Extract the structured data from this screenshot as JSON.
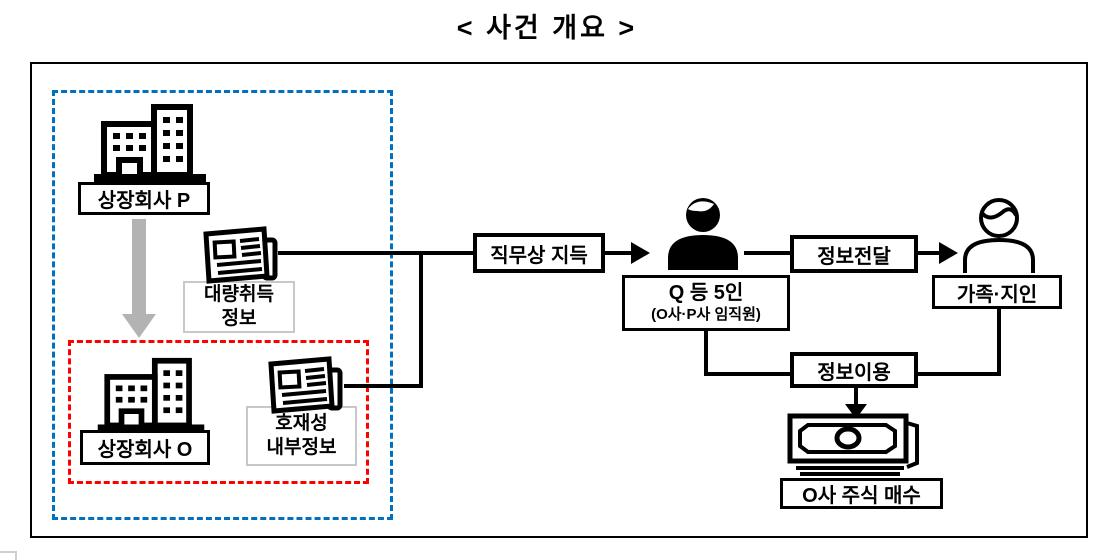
{
  "title": "< 사건 개요 >",
  "nodes": {
    "company_p": "상장회사 P",
    "company_o": "상장회사 O",
    "bulk_info_line1": "대량취득",
    "bulk_info_line2": "정보",
    "inside_info_line1": "호재성",
    "inside_info_line2": "내부정보",
    "duty_acquired": "직무상 지득",
    "insiders_line1": "Q 등 5인",
    "insiders_line2": "(O사·P사 임직원)",
    "info_transfer": "정보전달",
    "family": "가족·지인",
    "info_use": "정보이용",
    "stock_purchase": "O사 주식 매수"
  },
  "icons": {
    "company_p": "building-icon",
    "company_o": "building-icon",
    "bulk_info": "newspaper-icon",
    "inside_info": "newspaper-icon",
    "insiders": "person-filled-icon",
    "family": "person-outline-icon",
    "purchase": "money-banknotes-icon",
    "internal_flow": "down-arrow-icon"
  },
  "colors": {
    "group_outline_blue": "#0070C0",
    "group_outline_red": "#FF0000",
    "arrow_gray": "#b3b3b3",
    "label_border_gray": "#c8c8c8",
    "line_black": "#000000"
  }
}
